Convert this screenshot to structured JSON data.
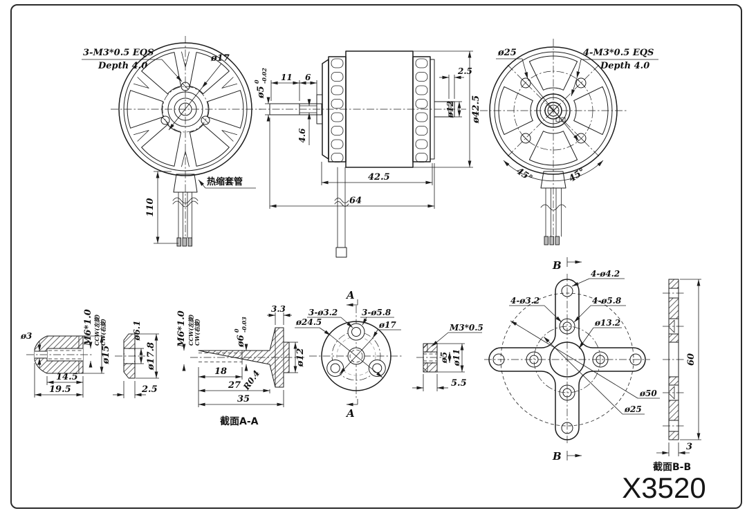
{
  "title": "X3520",
  "views": {
    "front": {
      "note1": "3-M3*0.5 EQS",
      "note2": "Depth 4.0",
      "dia17": "ø17",
      "len110": "110",
      "sleeve": "热缩套管"
    },
    "side": {
      "dia5": "ø5",
      "tol_hi": "0",
      "tol_lo": "-0.02",
      "d11": "11",
      "d6": "6",
      "d46": "4.6",
      "d25": "2.5",
      "dia12": "ø12",
      "dia425": "ø42.5",
      "d425": "42.5",
      "d64": "64"
    },
    "rear": {
      "dia25": "ø25",
      "note1": "4-M3*0.5 EQS",
      "note2": "Depth 4.0",
      "angL": "45°",
      "angR": "45°"
    },
    "nut": {
      "dia3": "ø3",
      "thread": "M6*1.0",
      "ccw": "CCW(左旋)",
      "cw": "CW(右旋)",
      "dia15": "ø15",
      "d145": "14.5",
      "d195": "19.5"
    },
    "washer": {
      "dia61": "ø6.1",
      "dia178": "ø17.8",
      "d25": "2.5"
    },
    "adapter": {
      "thread": "M6*1.0",
      "ccw": "CCW(左旋)",
      "cw": "CW(右旋)",
      "dia6": "ø6",
      "tol_hi": "0",
      "tol_lo": "-0.03",
      "d33": "3.3",
      "dia12": "ø12",
      "r04": "R0.4",
      "d18": "18",
      "d27": "27",
      "d35": "35",
      "caption": "截面A-A"
    },
    "flange": {
      "h32": "3-ø3.2",
      "h58": "3-ø5.8",
      "dia17": "ø17",
      "dia245": "ø24.5",
      "mark": "A"
    },
    "m3nut": {
      "thread": "M3*0.5",
      "dia5": "ø5",
      "dia11": "ø11",
      "d55": "5.5"
    },
    "xmount": {
      "mark": "B",
      "h42": "4-ø4.2",
      "h32": "4-ø3.2",
      "h58": "4-ø5.8",
      "dia132": "ø13.2",
      "dia50": "ø50",
      "dia25": "ø25"
    },
    "bb": {
      "d60": "60",
      "d3": "3",
      "caption": "截面B-B"
    }
  }
}
